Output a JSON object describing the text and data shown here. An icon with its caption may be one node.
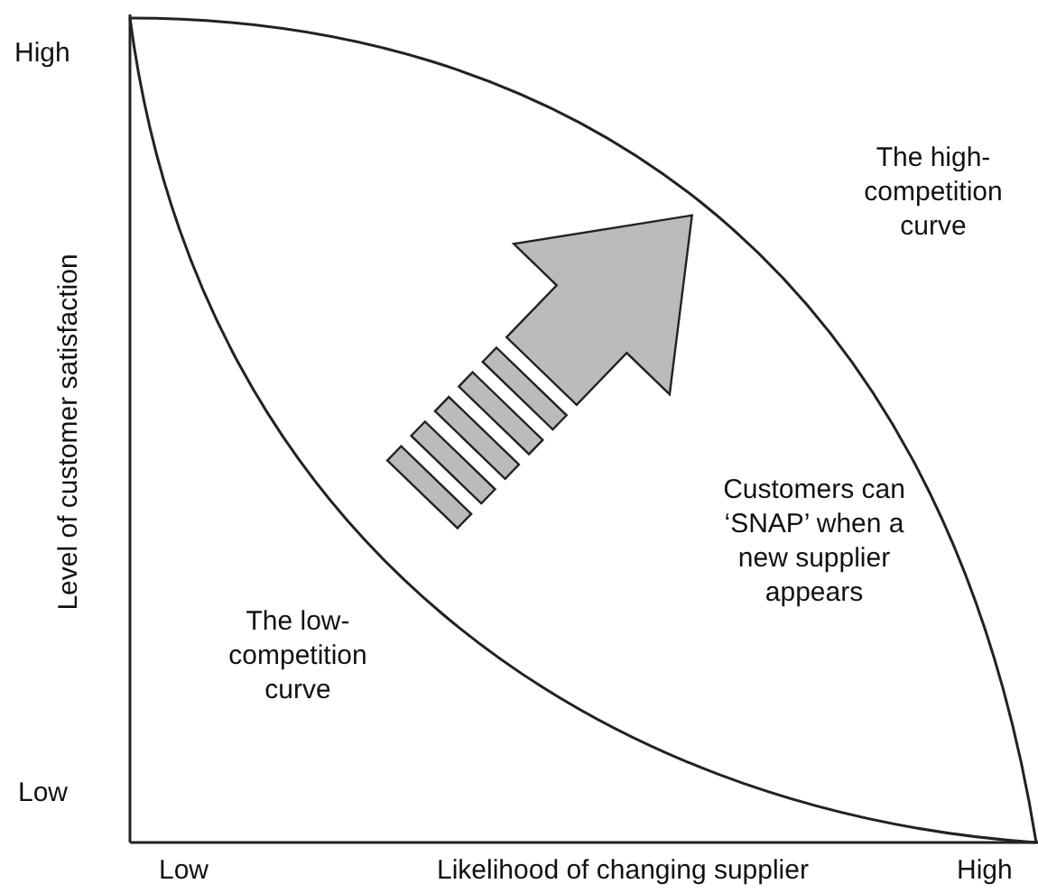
{
  "diagram": {
    "labels": [
      "High",
      "The high-competition curve",
      "Level of customer satisfaction",
      "Customers can ‘SNAP’ when a new supplier appears",
      "The low-competition curve",
      "Low",
      "Low",
      "Likelihood of changing supplier",
      "High"
    ]
  }
}
